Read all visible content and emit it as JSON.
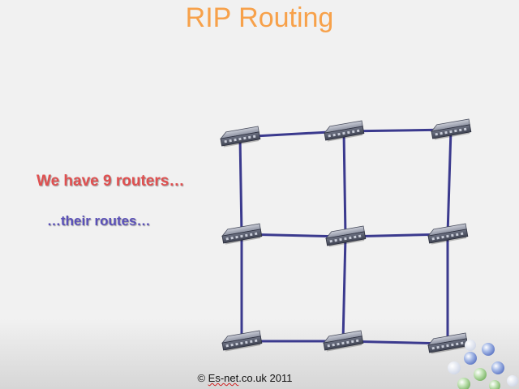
{
  "slide": {
    "title": "RIP Routing",
    "bullets": [
      "We have 9 routers…",
      "…their routes…"
    ]
  },
  "footer": {
    "prefix": "© ",
    "brand": "Es-net",
    "suffix": ".co.uk 2011"
  },
  "network": {
    "routers": [
      {
        "id": "r1"
      },
      {
        "id": "r2"
      },
      {
        "id": "r3"
      },
      {
        "id": "r4"
      },
      {
        "id": "r5"
      },
      {
        "id": "r6"
      },
      {
        "id": "r7"
      },
      {
        "id": "r8"
      },
      {
        "id": "r9"
      }
    ],
    "links": [
      [
        "r1",
        "r2"
      ],
      [
        "r2",
        "r3"
      ],
      [
        "r4",
        "r5"
      ],
      [
        "r5",
        "r6"
      ],
      [
        "r7",
        "r8"
      ],
      [
        "r8",
        "r9"
      ],
      [
        "r1",
        "r4"
      ],
      [
        "r4",
        "r7"
      ],
      [
        "r2",
        "r5"
      ],
      [
        "r5",
        "r8"
      ],
      [
        "r3",
        "r6"
      ],
      [
        "r6",
        "r9"
      ]
    ],
    "link_color": "#3b3a8e"
  },
  "colors": {
    "title": "#f7a14a",
    "bullet_1": "#e05050",
    "bullet_2": "#5a50b8"
  }
}
